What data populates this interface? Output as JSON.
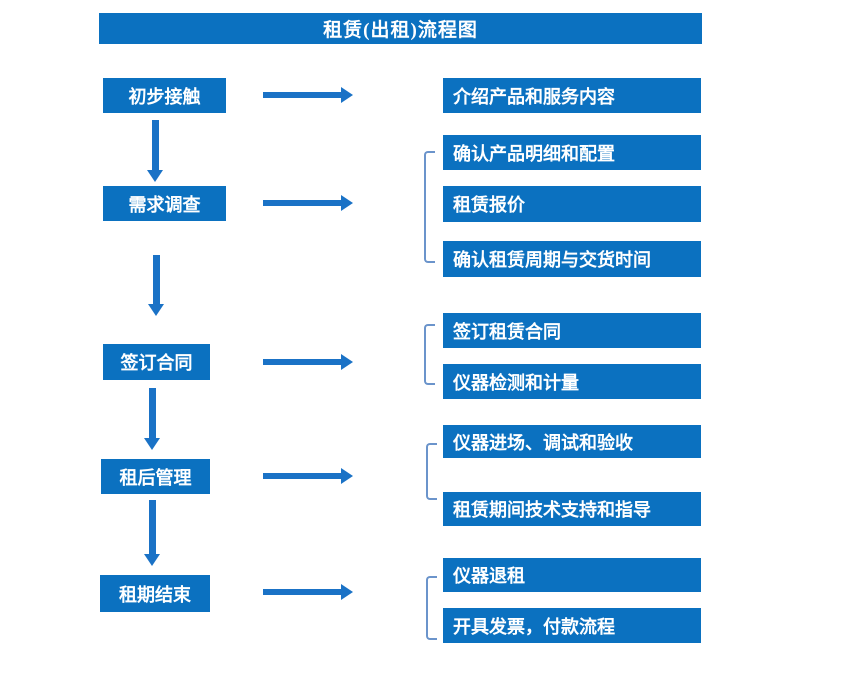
{
  "title": "租赁(出租)流程图",
  "colors": {
    "box_blue": "#0b71c0",
    "arrow_blue": "#1a72c6",
    "bracket_blue": "#6b94cb",
    "text_white": "#ffffff"
  },
  "steps": [
    {
      "label": "初步接触",
      "outputs": [
        "介绍产品和服务内容"
      ]
    },
    {
      "label": "需求调查",
      "outputs": [
        "确认产品明细和配置",
        "租赁报价",
        "确认租赁周期与交货时间"
      ]
    },
    {
      "label": "签订合同",
      "outputs": [
        "签订租赁合同",
        "仪器检测和计量"
      ]
    },
    {
      "label": "租后管理",
      "outputs": [
        "仪器进场、调试和验收",
        "租赁期间技术支持和指导"
      ]
    },
    {
      "label": "租期结束",
      "outputs": [
        "仪器退租",
        "开具发票，付款流程"
      ]
    }
  ]
}
